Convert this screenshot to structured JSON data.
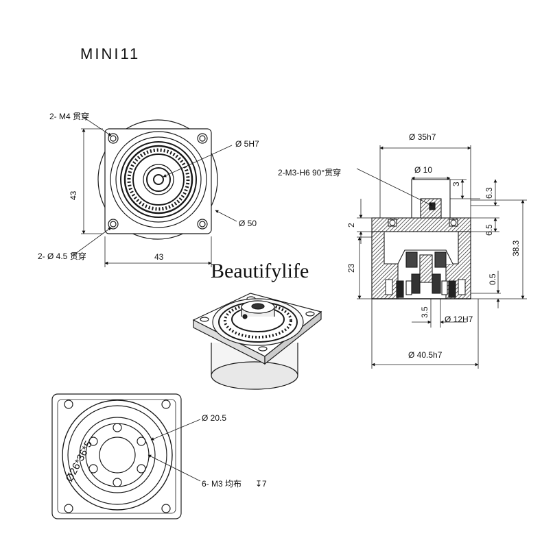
{
  "title": "MINI11",
  "watermark": "Beautifylife",
  "front_view": {
    "label_m4": "2- M4 贯穿",
    "label_bore": "Ø 5H7",
    "label_dim_height": "43",
    "label_dim_width": "43",
    "label_outer": "Ø 50",
    "label_holes": "2- Ø 4.5 贯穿"
  },
  "section_view": {
    "label_d35": "Ø 35h7",
    "label_d10": "Ø 10",
    "label_m3h6": "2-M3-H6 90°贯穿",
    "label_3": "3",
    "label_6_3": "6.3",
    "label_2": "2",
    "label_6_5": "6.5",
    "label_38_3": "38.3",
    "label_23": "23",
    "label_0_5": "0.5",
    "label_3_5": "3.5",
    "label_d12": "Ø 12H7",
    "label_d40_5": "Ø 40.5h7"
  },
  "bottom_view": {
    "label_d20_5": "Ø 20.5",
    "label_m3": "6- M3 均布",
    "label_depth": "7",
    "ring_text": "Ø26*36*5"
  },
  "colors": {
    "line": "#1a1a1a",
    "hatch": "#222222",
    "background": "#ffffff"
  }
}
